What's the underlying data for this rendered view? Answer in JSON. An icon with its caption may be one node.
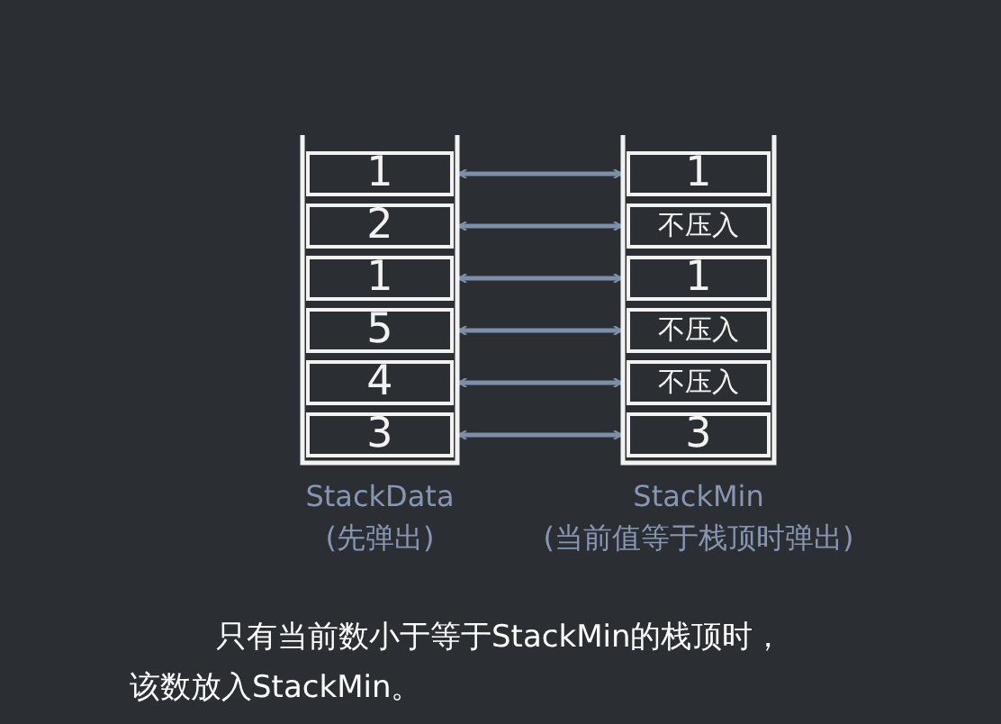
{
  "diagram": {
    "nodes": [
      {
        "text": [
          "StackData",
          "(先弹出)"
        ]
      },
      {
        "text": [
          "1"
        ],
        "in": 0
      },
      {
        "text": [
          "2"
        ],
        "in": 0
      },
      {
        "text": [
          "1"
        ],
        "in": 0
      },
      {
        "text": [
          "5"
        ],
        "in": 0
      },
      {
        "text": [
          "4"
        ],
        "in": 0
      },
      {
        "text": [
          "3"
        ],
        "in": 0
      },
      {
        "text": [
          "StackMin",
          "(当前值等于栈顶时弹出)"
        ]
      },
      {
        "text": [
          "1"
        ],
        "in": 7
      },
      {
        "text": [
          "不压入"
        ],
        "in": 7
      },
      {
        "text": [
          "1"
        ],
        "in": 7
      },
      {
        "text": [
          "不压入"
        ],
        "in": 7
      },
      {
        "text": [
          "不压入"
        ],
        "in": 7
      },
      {
        "text": [
          "3"
        ],
        "in": 7
      }
    ],
    "edges": [
      {
        "from": 1,
        "to": 8,
        "arrow": "both"
      },
      {
        "from": 2,
        "to": 9,
        "arrow": "both"
      },
      {
        "from": 3,
        "to": 10,
        "arrow": "both"
      },
      {
        "from": 4,
        "to": 11,
        "arrow": "both"
      },
      {
        "from": 5,
        "to": 12,
        "arrow": "both"
      },
      {
        "from": 6,
        "to": 13,
        "arrow": "both"
      }
    ],
    "labels": [
      "只有当前数小于等于StackMin的栈顶时，该数放入StackMin。"
    ]
  }
}
